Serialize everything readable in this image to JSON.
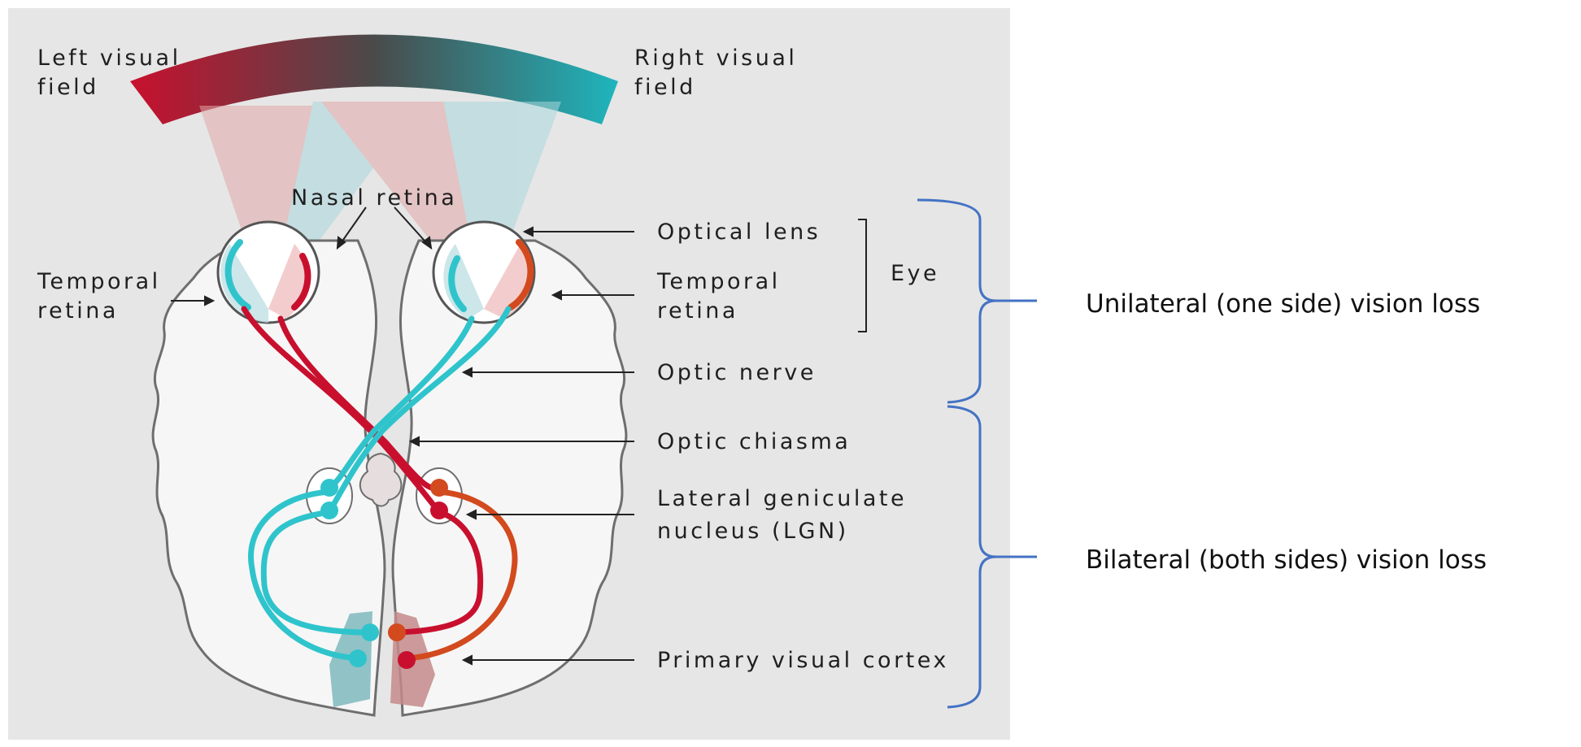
{
  "diagram": {
    "colors": {
      "panel_bg": "#e6e6e6",
      "left_field": "#c8102e",
      "right_field": "#1fb5bd",
      "nerve_red": "#c8102e",
      "nerve_orange": "#d24a1e",
      "nerve_cyan": "#2fc4cc",
      "bracket": "#4472c4",
      "outline": "#6e6e6e"
    },
    "labels": {
      "left_field_1": "Left visual",
      "left_field_2": "field",
      "right_field_1": "Right visual",
      "right_field_2": "field",
      "nasal_retina": "Nasal retina",
      "temporal_left_1": "Temporal",
      "temporal_left_2": "retina",
      "optical_lens": "Optical lens",
      "temporal_right_1": "Temporal",
      "temporal_right_2": "retina",
      "eye": "Eye",
      "optic_nerve": "Optic nerve",
      "optic_chiasma": "Optic chiasma",
      "lgn_1": "Lateral geniculate",
      "lgn_2": "nucleus (LGN)",
      "primary_visual_cortex": "Primary visual cortex"
    },
    "annotations": {
      "unilateral": "Unilateral (one side) vision loss",
      "bilateral": "Bilateral (both sides) vision loss"
    }
  }
}
